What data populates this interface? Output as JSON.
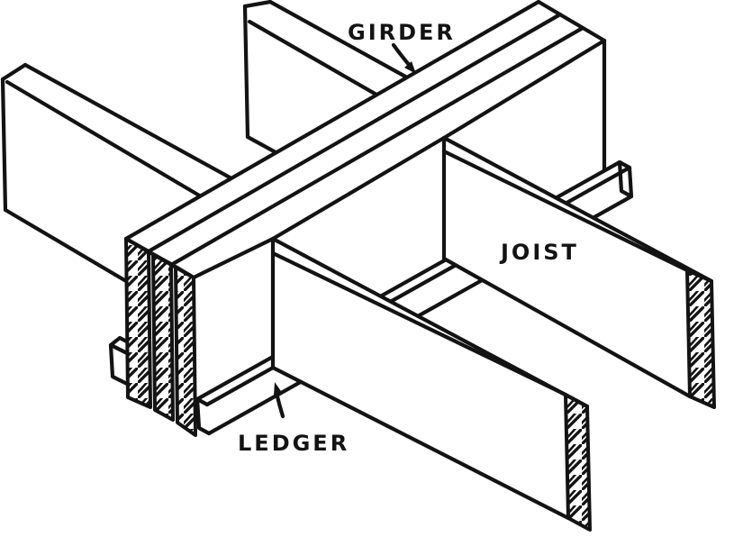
{
  "figure": {
    "background_color": "#ffffff",
    "ink_color": "#131313",
    "labels": {
      "girder": "GIRDER",
      "joist": "JOIST",
      "ledger": "LEDGER"
    }
  }
}
